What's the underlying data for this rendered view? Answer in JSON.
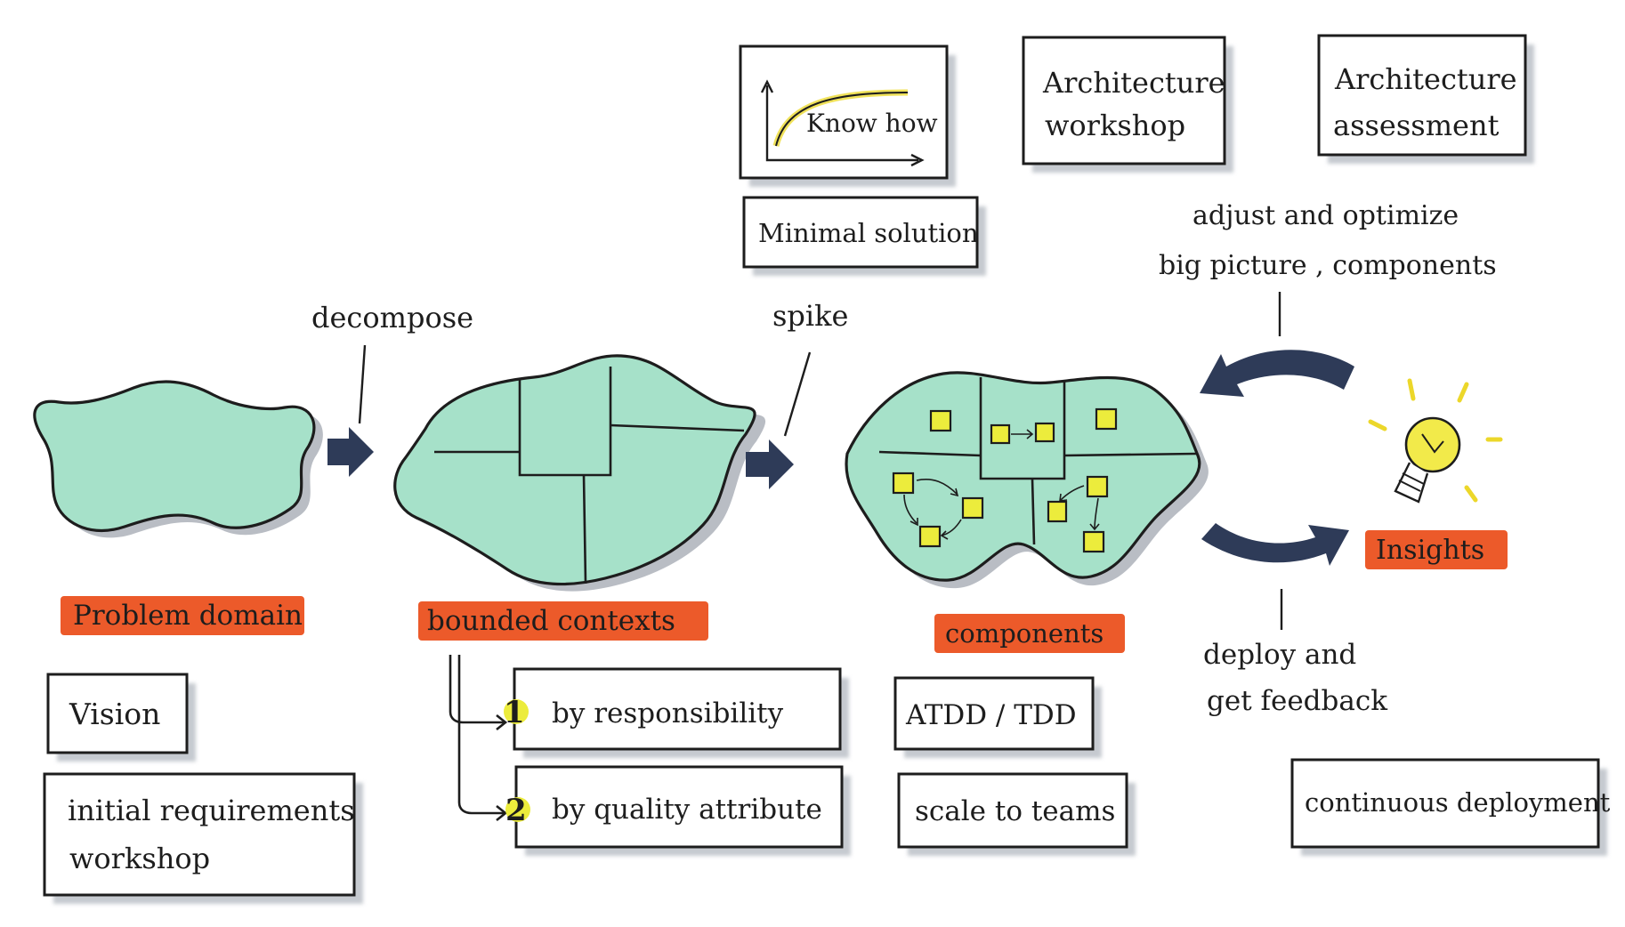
{
  "colors": {
    "shape_fill": "#a6e1c9",
    "shape_shadow": "#b9bdc4",
    "label_bar": "#ec5a2a",
    "sticky": "#ecec3c",
    "arrow": "#2e3b58",
    "bulb": "#f2ea4a",
    "curve": "#f0e25a",
    "ink": "#1d1d1d"
  },
  "icons": {
    "arrow_1": "right-arrow-icon",
    "arrow_2": "right-arrow-icon",
    "cycle_top": "curved-arrow-icon",
    "cycle_bottom": "curved-arrow-icon",
    "insight": "lightbulb-icon",
    "knowhow": "learning-curve-icon"
  },
  "labels": {
    "decompose": "decompose",
    "spike": "spike",
    "adjust_line1": "adjust and optimize",
    "adjust_line2": "big picture , components",
    "deploy_line1": "deploy and",
    "deploy_line2": "get feedback"
  },
  "stages": {
    "problem_domain": "Problem domain",
    "bounded_contexts": "bounded contexts",
    "components": "components",
    "insights": "Insights"
  },
  "boxes": {
    "knowhow": "Know how",
    "minimal_solution": "Minimal solution",
    "arch_workshop_1": "Architecture",
    "arch_workshop_2": "workshop",
    "arch_assessment_1": "Architecture",
    "arch_assessment_2": "assessment",
    "vision": "Vision",
    "initial_req_1": "initial requirements",
    "initial_req_2": "workshop",
    "by_responsibility": "by responsibility",
    "by_quality": "by quality attribute",
    "num_1": "1",
    "num_2": "2",
    "atdd": "ATDD / TDD",
    "scale": "scale to teams",
    "continuous_deployment": "continuous deployment"
  }
}
